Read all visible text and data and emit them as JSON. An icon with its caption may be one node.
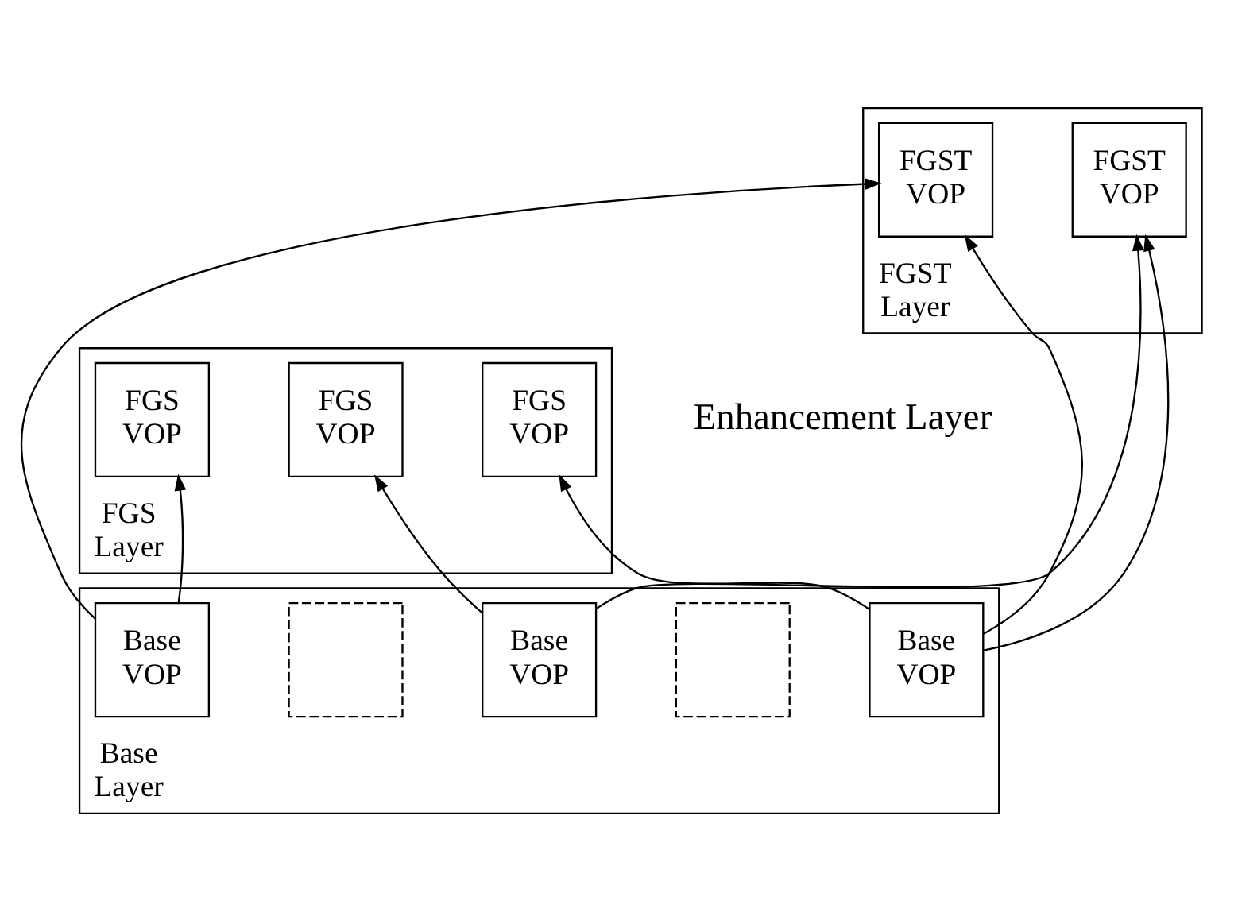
{
  "diagram": {
    "nodes": [
      {
        "text": [
          "FGST Layer"
        ]
      },
      {
        "text": [
          "FGST VOP"
        ],
        "in": 0
      },
      {
        "text": [
          "FGST VOP"
        ],
        "in": 0
      },
      {
        "text": [
          "FGS Layer"
        ]
      },
      {
        "text": [
          "FGS VOP"
        ],
        "in": 3
      },
      {
        "text": [
          "FGS VOP"
        ],
        "in": 3
      },
      {
        "text": [
          "FGS VOP"
        ],
        "in": 3
      },
      {
        "text": [
          "Base Layer"
        ]
      },
      {
        "text": [
          "Base VOP"
        ],
        "in": 7
      },
      {
        "text": [],
        "shape": "box",
        "in": 7
      },
      {
        "text": [
          "Base VOP"
        ],
        "in": 7
      },
      {
        "text": [],
        "shape": "box",
        "in": 7
      },
      {
        "text": [
          "Base VOP"
        ],
        "in": 7
      }
    ],
    "edges": [
      {
        "from": 8,
        "to": 4,
        "arrow": "to"
      },
      {
        "from": 8,
        "to": 1,
        "arrow": "to"
      },
      {
        "from": 10,
        "to": 1,
        "arrow": "to"
      },
      {
        "from": 10,
        "to": 5,
        "arrow": "to"
      },
      {
        "from": 10,
        "to": 2,
        "arrow": "to"
      },
      {
        "from": 12,
        "to": 2,
        "arrow": "to"
      },
      {
        "from": 12,
        "to": 6,
        "arrow": "to"
      }
    ],
    "labels": [
      "Enhancement Layer"
    ]
  }
}
